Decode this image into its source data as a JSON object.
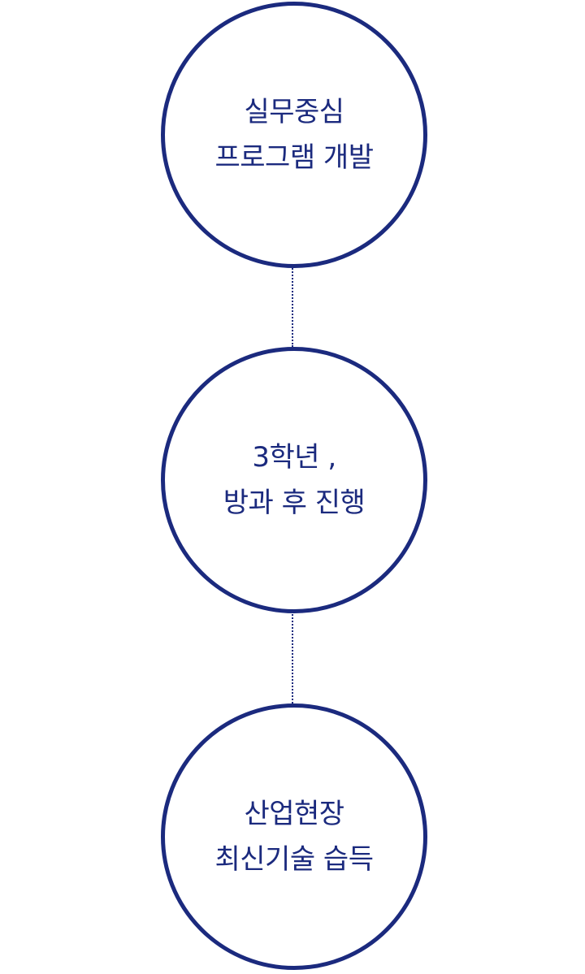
{
  "accent_color": "#1b2a7e",
  "steps": [
    {
      "line1": "실무중심",
      "line2": "프로그램 개발"
    },
    {
      "line1": "3학년 ,",
      "line2": "방과 후 진행"
    },
    {
      "line1": "산업현장",
      "line2": "최신기술 습득"
    }
  ]
}
